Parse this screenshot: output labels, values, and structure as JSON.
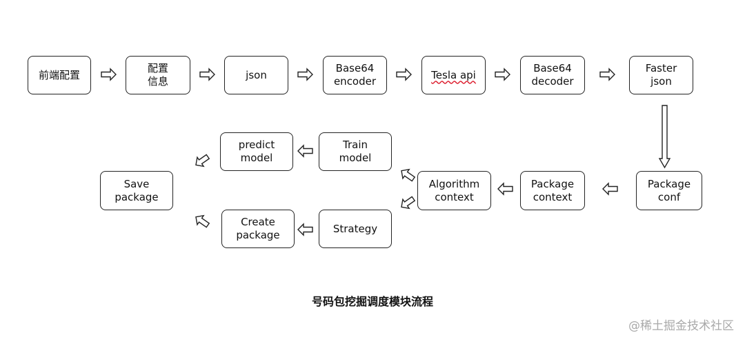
{
  "nodes": {
    "n1": "前端配置",
    "n2": "配置\n信息",
    "n3": "json",
    "n4": "Base64\nencoder",
    "n5": "Tesla api",
    "n6": "Base64\ndecoder",
    "n7": "Faster\njson",
    "n8": "Package\nconf",
    "n9": "Package\ncontext",
    "n10": "Algorithm\ncontext",
    "n11": "Train\nmodel",
    "n12": "predict\nmodel",
    "n13": "Strategy",
    "n14": "Create\npackage",
    "n15": "Save\npackage"
  },
  "caption": "号码包挖掘调度模块流程",
  "watermark": "@稀土掘金技术社区",
  "colors": {
    "stroke": "#222222",
    "background": "#ffffff",
    "watermark": "#a9a9a9"
  }
}
